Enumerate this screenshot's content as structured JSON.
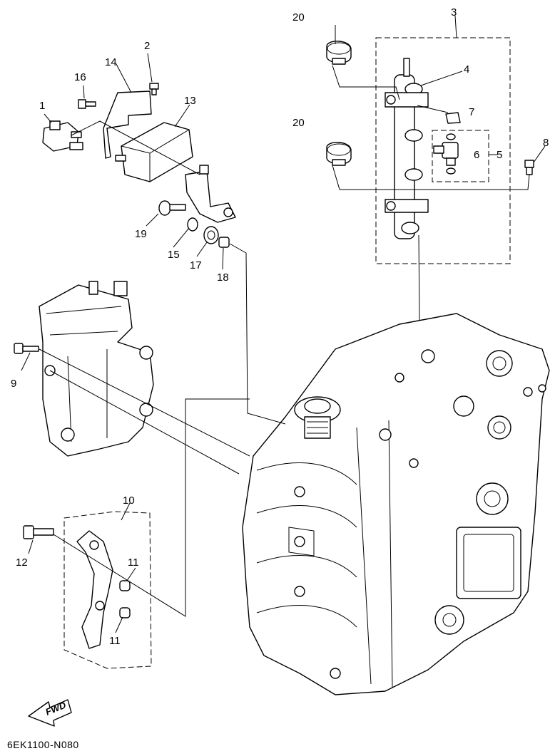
{
  "diagram_code": "6EK1100-N080",
  "direction_label": "FWD",
  "callouts": [
    "1",
    "2",
    "3",
    "4",
    "5",
    "6",
    "7",
    "8",
    "9",
    "10",
    "11",
    "11",
    "12",
    "13",
    "14",
    "15",
    "16",
    "17",
    "18",
    "19",
    "20",
    "20"
  ]
}
